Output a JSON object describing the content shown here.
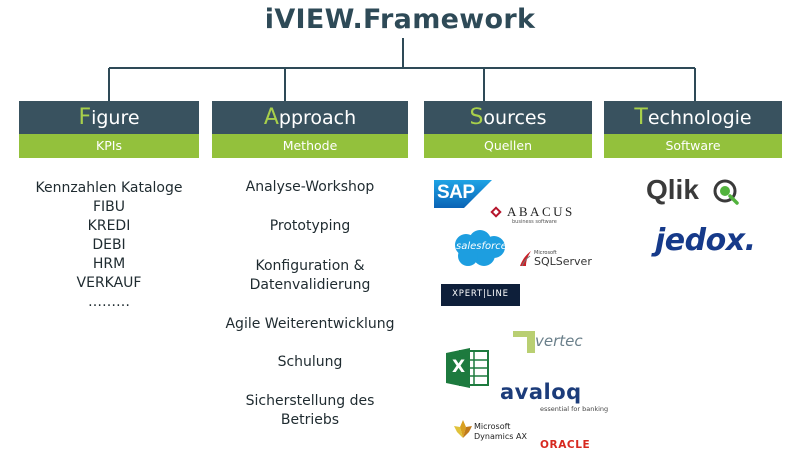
{
  "title": "iVIEW.Framework",
  "columns": [
    {
      "initial": "F",
      "rest": "igure",
      "sub": "KPIs"
    },
    {
      "initial": "A",
      "rest": "pproach",
      "sub": "Methode"
    },
    {
      "initial": "S",
      "rest": "ources",
      "sub": "Quellen"
    },
    {
      "initial": "T",
      "rest": "echnologie",
      "sub": "Software"
    }
  ],
  "figure_items": [
    "Kennzahlen Kataloge",
    "FIBU",
    "KREDI",
    "DEBI",
    "HRM",
    "VERKAUF",
    "………"
  ],
  "approach_items": [
    "Analyse-Workshop",
    "Prototyping",
    "Konfiguration &",
    "Datenvalidierung",
    "Agile Weiterentwicklung",
    "Schulung",
    "Sicherstellung des",
    "Betriebs"
  ],
  "source_logos": {
    "sap": "SAP",
    "abacus": "ABACUS",
    "abacus_tag": "business software",
    "salesforce": "salesforce",
    "sqlserver_small": "Microsoft",
    "sqlserver": "SQLServer",
    "xpertline": "XPERT|LINE",
    "vertec": "vertec",
    "excel": "X",
    "avaloq": "avaloq",
    "avaloq_tag": "essential for banking",
    "dynamics_1": "Microsoft",
    "dynamics_2": "Dynamics AX",
    "oracle": "ORACLE"
  },
  "tech_logos": {
    "qlik": "Qlik",
    "jedox": "jedox."
  },
  "colors": {
    "header": "#39525f",
    "accent": "#93c13c",
    "initial": "#a8d04b",
    "title": "#2e4a57"
  }
}
